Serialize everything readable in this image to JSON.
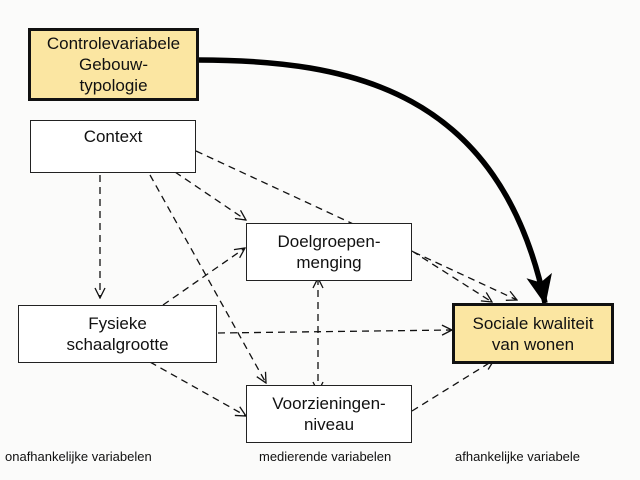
{
  "colors": {
    "highlight_fill": "#fbe6a2",
    "box_fill": "#ffffff",
    "stroke": "#111111"
  },
  "nodes": {
    "control": {
      "lines": [
        "Controlevariabele",
        "Gebouw-",
        "typologie"
      ]
    },
    "context": {
      "lines": [
        "Context"
      ]
    },
    "doelgroep": {
      "lines": [
        "Doelgroepen-",
        "menging"
      ]
    },
    "fysieke": {
      "lines": [
        "Fysieke",
        "schaalgrootte"
      ]
    },
    "voorzieningen": {
      "lines": [
        "Voorzieningen-",
        "niveau"
      ]
    },
    "sociale": {
      "lines": [
        "Sociale kwaliteit",
        "van wonen"
      ]
    }
  },
  "edges": [
    {
      "from": "control",
      "to": "sociale",
      "style": "solid-bold"
    },
    {
      "from": "context",
      "to": "sociale",
      "style": "dashed"
    },
    {
      "from": "context",
      "to": "doelgroep",
      "style": "dashed"
    },
    {
      "from": "context",
      "to": "fysieke",
      "style": "dashed"
    },
    {
      "from": "context",
      "to": "voorzieningen",
      "style": "dashed"
    },
    {
      "from": "fysieke",
      "to": "doelgroep",
      "style": "dashed"
    },
    {
      "from": "fysieke",
      "to": "sociale",
      "style": "dashed"
    },
    {
      "from": "fysieke",
      "to": "voorzieningen",
      "style": "dashed"
    },
    {
      "from": "doelgroep",
      "to": "sociale",
      "style": "dashed"
    },
    {
      "from": "voorzieningen",
      "to": "sociale",
      "style": "dashed"
    },
    {
      "from": "doelgroep",
      "to": "voorzieningen",
      "style": "dashed-bidirectional"
    }
  ],
  "footer": {
    "independent": "onafhankelijke variabelen",
    "mediating": "medierende variabelen",
    "dependent": "afhankelijke variabele"
  }
}
